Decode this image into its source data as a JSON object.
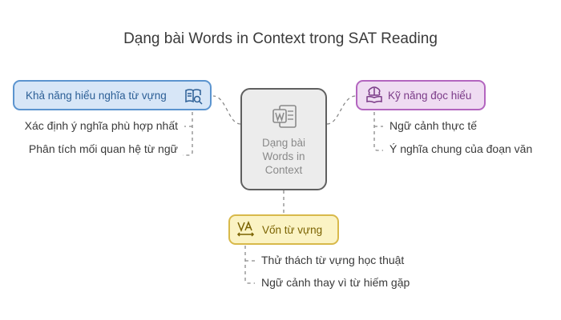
{
  "title": "Dạng bài Words in Context trong SAT Reading",
  "center": {
    "label": "Dạng bài\nWords in\nContext",
    "icon": "word-document-icon"
  },
  "left_branch": {
    "label": "Khả năng hiểu nghĩa từ vựng",
    "icon": "book-magnifier-icon",
    "color": "#5b94cf",
    "items": [
      "Xác định ý nghĩa phù hợp nhất",
      "Phân tích mối quan hệ từ ngữ"
    ]
  },
  "right_branch": {
    "label": "Kỹ năng đọc hiểu",
    "icon": "brain-book-icon",
    "color": "#b365bf",
    "items": [
      "Ngữ cảnh thực tế",
      "Ý nghĩa chung của đoạn văn"
    ]
  },
  "bottom_branch": {
    "label": "Vốn từ vựng",
    "icon": "text-spacing-icon",
    "color": "#d8b94a",
    "items": [
      "Thử thách từ vựng học thuật",
      "Ngữ cảnh thay vì từ hiếm gặp"
    ]
  }
}
